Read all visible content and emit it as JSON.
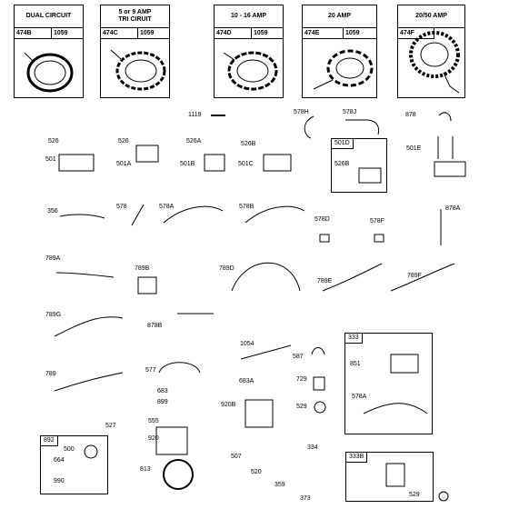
{
  "headers": {
    "dual": "DUAL CIRCUIT",
    "tri_line1": "5 or 9 AMP",
    "tri_line2": "TRI CIRUIT",
    "amp10": "10 - 16 AMP",
    "amp20": "20 AMP",
    "amp2050": "20/50 AMP"
  },
  "box_parts": {
    "b474B": "474B",
    "b474C": "474C",
    "b474D": "474D",
    "b474E": "474E",
    "b474F": "474F",
    "n1059": "1059"
  },
  "parts": {
    "p1119": "1119",
    "p578H": "578H",
    "p578J": "578J",
    "p878": "878",
    "p526": "526",
    "p526b": "526",
    "p526A": "526A",
    "p526B": "526B",
    "p526B2": "526B",
    "p501": "501",
    "p501A": "501A",
    "p501B": "501B",
    "p501C": "501C",
    "p501D": "501D",
    "p501E": "501E",
    "p356": "356",
    "p578": "578",
    "p578A": "578A",
    "p578B": "578B",
    "p578D": "578D",
    "p578F": "578F",
    "p878A": "878A",
    "p789A": "789A",
    "p789B": "789B",
    "p789D": "789D",
    "p789E": "789E",
    "p789F": "789F",
    "p789G": "789G",
    "p878B": "878B",
    "p1054": "1054",
    "p587": "587",
    "p333": "333",
    "p851": "851",
    "p578A2": "578A",
    "p789": "789",
    "p577": "577",
    "p683A": "683A",
    "p729": "729",
    "p683": "683",
    "p899": "899",
    "p920B": "920B",
    "p529": "529",
    "p527": "527",
    "p555": "555",
    "p920": "920",
    "p892": "892",
    "p500": "500",
    "p664": "664",
    "p990": "990",
    "p507": "507",
    "p334": "334",
    "p333B": "333B",
    "p520": "520",
    "p359": "359",
    "p813": "813",
    "p373": "373",
    "p529b": "529"
  }
}
